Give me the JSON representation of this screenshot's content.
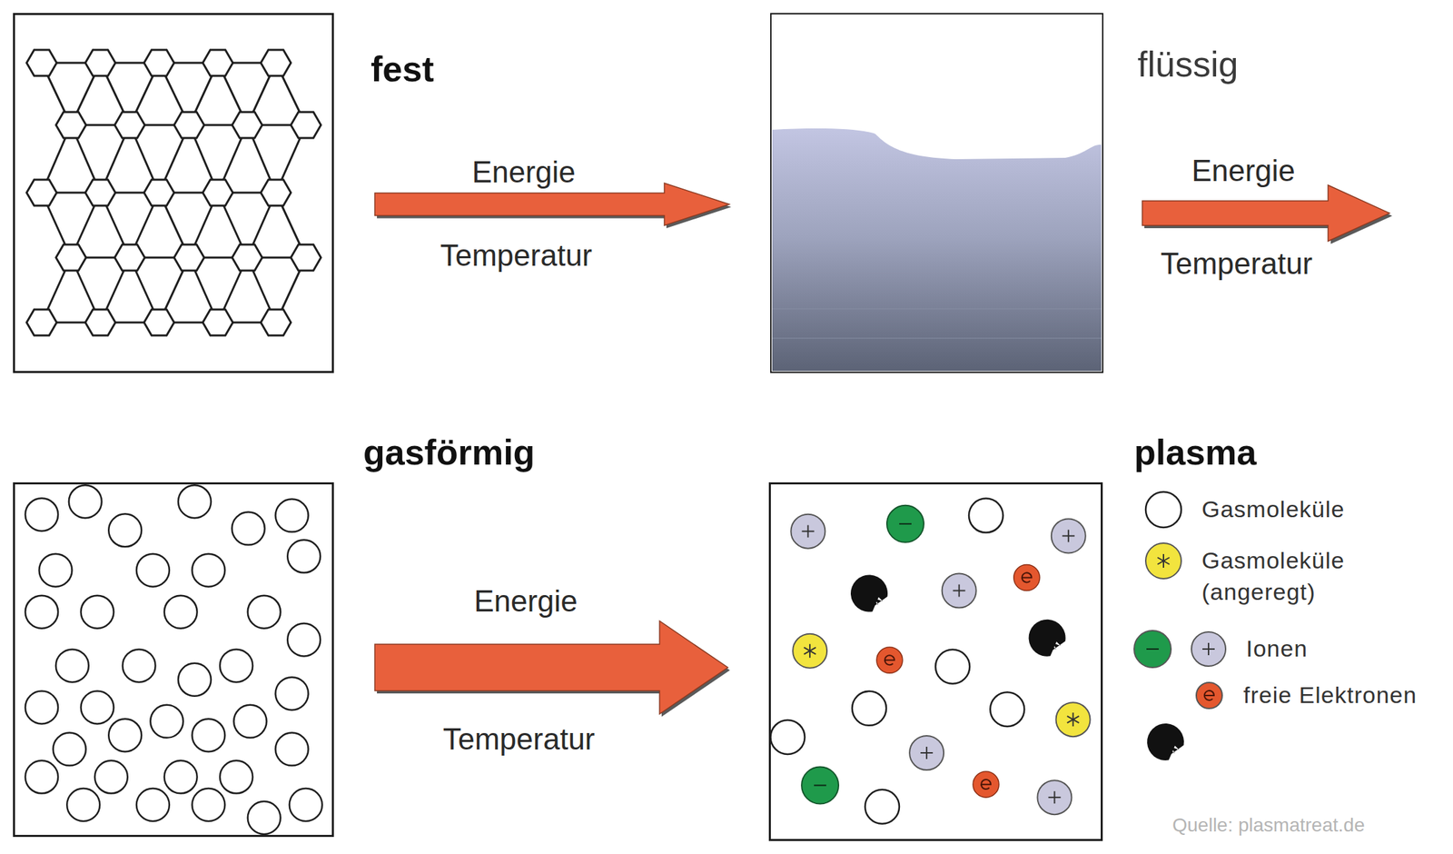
{
  "diagram": {
    "nodes": [
      {
        "text": [
          "fest"
        ]
      },
      {
        "text": [
          "flüssig"
        ]
      },
      {
        "text": [
          "gasförmig"
        ]
      },
      {
        "text": [
          "plasma"
        ]
      }
    ],
    "edges": [
      {
        "from": 0,
        "to": 1,
        "arrow": "to",
        "label": "Energie"
      },
      {
        "from": 2,
        "to": 3,
        "arrow": "to",
        "label": "Energie"
      }
    ],
    "labels": [
      "Temperatur",
      "Energie",
      "Temperatur",
      "Temperatur",
      "Quelle: plasmatreat.de"
    ],
    "legend": [
      {
        "text": "Gasmoleküle",
        "color": "#ffffff"
      },
      {
        "text": "Gasmoleküle (angeregt)",
        "color": "#f2e43e"
      },
      {
        "text": "Ionen",
        "color": "#1f9a4b"
      },
      {
        "text": "freie Elektronen",
        "color": "#e4572e"
      }
    ]
  }
}
